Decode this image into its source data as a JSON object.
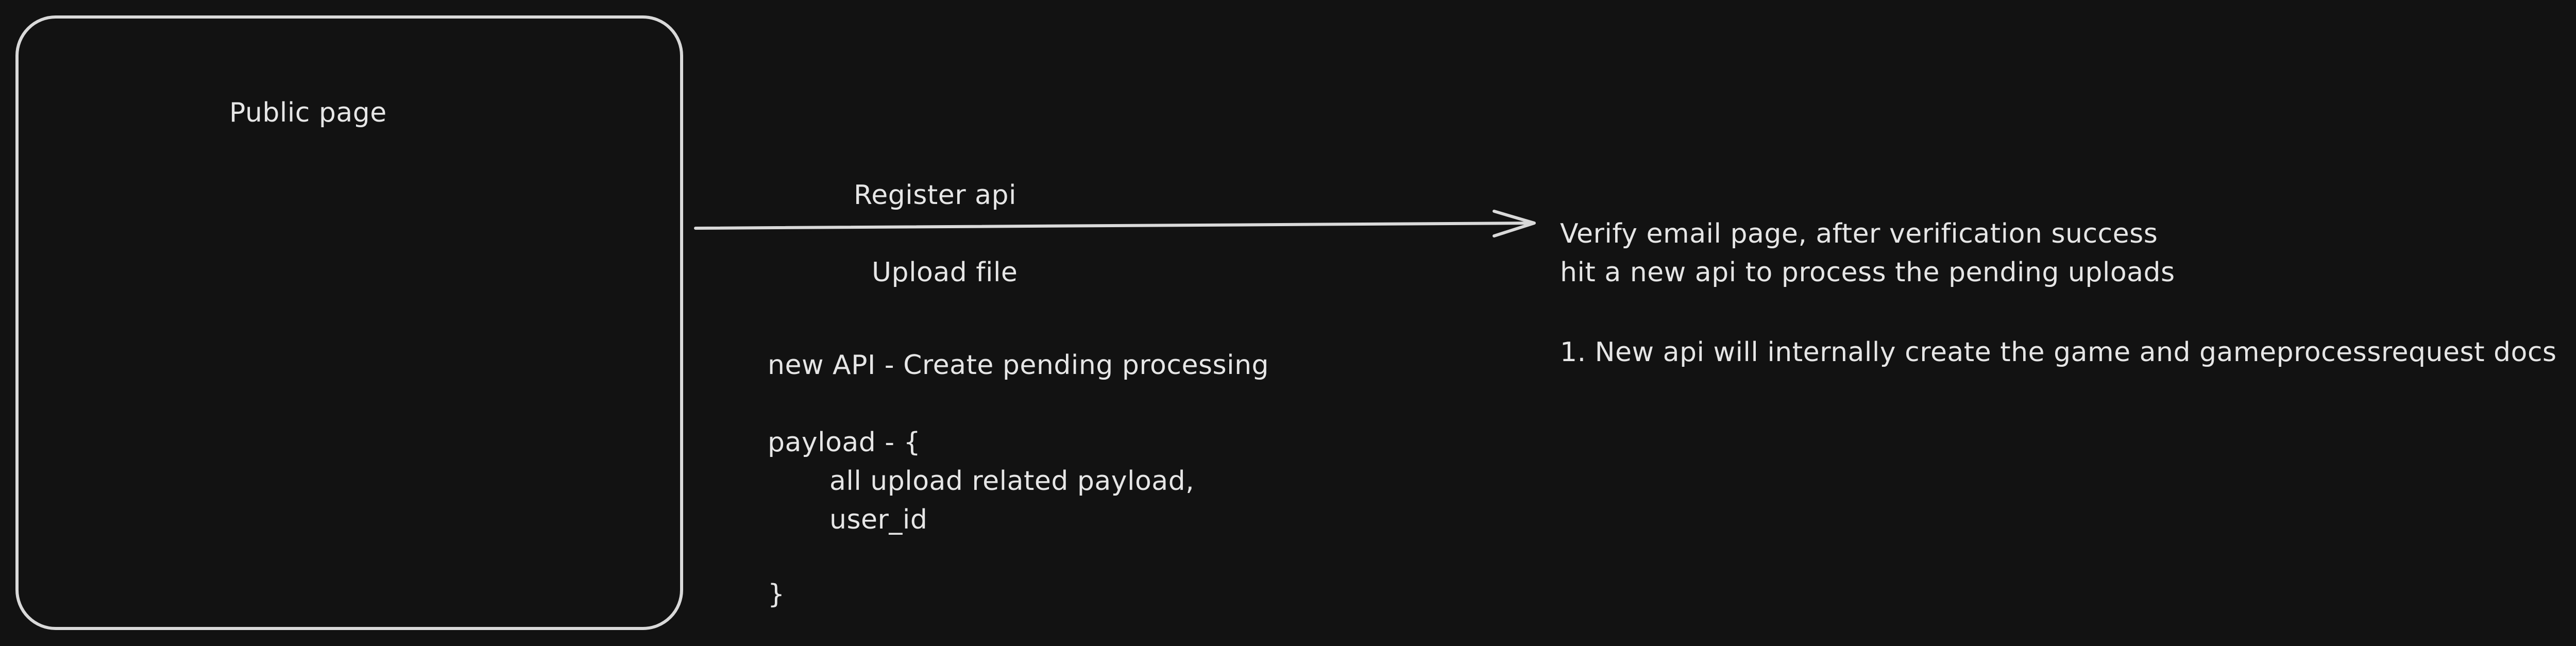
{
  "public_box": {
    "title": "Public page"
  },
  "arrow": {
    "label_top": "Register api",
    "label_bottom": "Upload file"
  },
  "api": {
    "title": "new API - Create pending processing",
    "payload_open": "payload - {",
    "payload_line1": "all upload related payload,",
    "payload_line2": "user_id",
    "payload_close": "}"
  },
  "verify": {
    "line1": "Verify email page, after verification success",
    "line2": "hit a new api to process the pending uploads",
    "point1": "1. New api will internally create the game and gameprocessrequest docs"
  },
  "colors": {
    "background": "#121212",
    "stroke": "#d9d9d9",
    "text": "#e6e6e6"
  }
}
